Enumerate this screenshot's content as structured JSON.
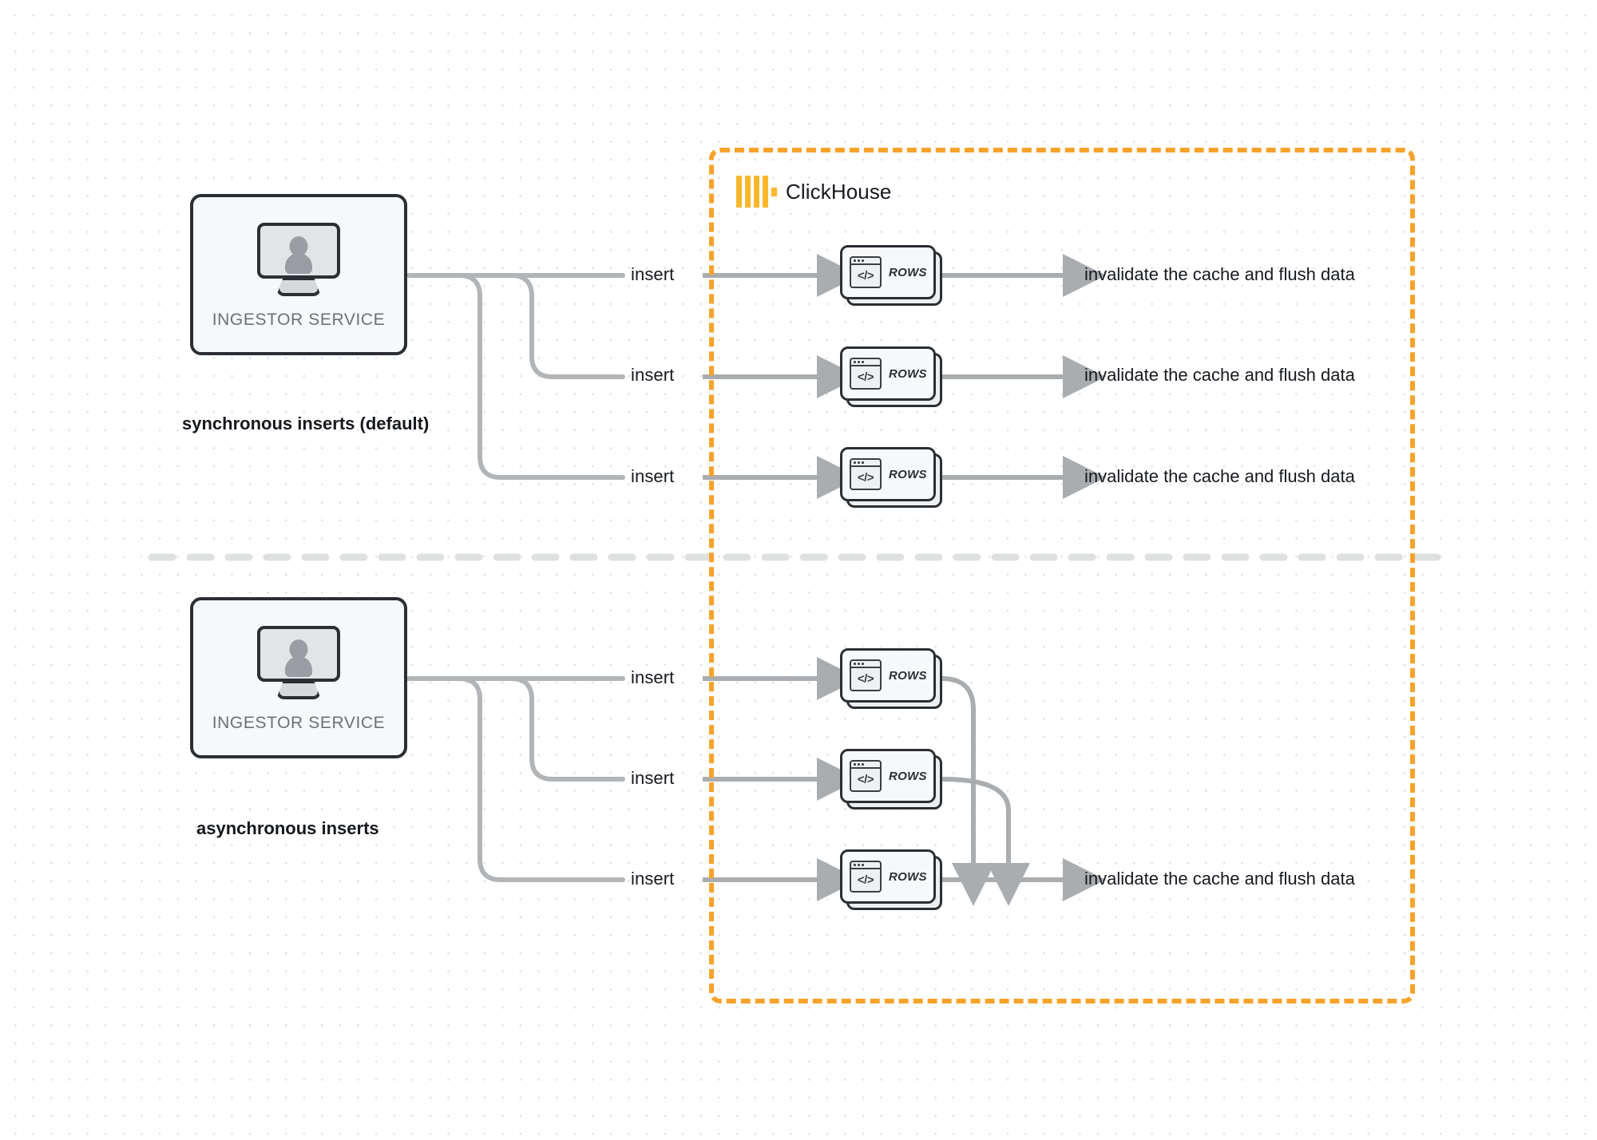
{
  "diagram": {
    "title": "ClickHouse synchronous vs asynchronous inserts",
    "background": "#ffffff",
    "dot_color": "#e6e6e6"
  },
  "clickhouse": {
    "name": "ClickHouse",
    "boundary_color": "#F7A32B",
    "logo_bar_color": "#FAB72C",
    "logo_accent_color": "#FF0000"
  },
  "sections": [
    {
      "caption": "synchronous inserts (default)",
      "source": {
        "label": "INGESTOR SERVICE",
        "icon": "monitor-user-icon"
      },
      "edges_in": [
        "insert",
        "insert",
        "insert"
      ],
      "targets": [
        {
          "label": "ROWS",
          "icon": "code-window-icon"
        },
        {
          "label": "ROWS",
          "icon": "code-window-icon"
        },
        {
          "label": "ROWS",
          "icon": "code-window-icon"
        }
      ],
      "edges_out": [
        "invalidate the cache and flush data",
        "invalidate the cache and flush data",
        "invalidate the cache and flush data"
      ]
    },
    {
      "caption": "asynchronous inserts",
      "source": {
        "label": "INGESTOR SERVICE",
        "icon": "monitor-user-icon"
      },
      "edges_in": [
        "insert",
        "insert",
        "insert"
      ],
      "targets": [
        {
          "label": "ROWS",
          "icon": "code-window-icon"
        },
        {
          "label": "ROWS",
          "icon": "code-window-icon"
        },
        {
          "label": "ROWS",
          "icon": "code-window-icon"
        }
      ],
      "edges_out": [
        "invalidate the cache and flush data"
      ]
    }
  ],
  "code_glyph": "</>"
}
